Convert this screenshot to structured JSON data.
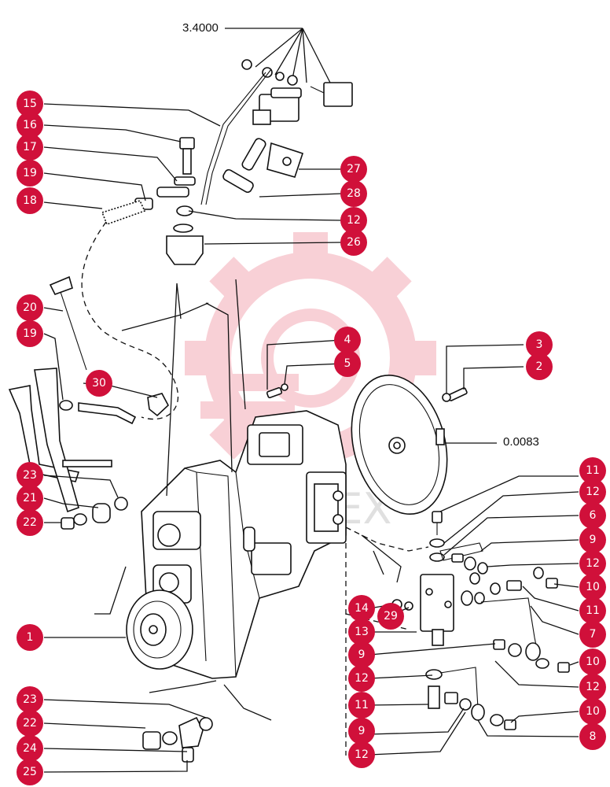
{
  "diagram": {
    "reference_codes": [
      "3.4000",
      "0.0083"
    ],
    "watermark_text": "ИРИ-ТЕХ",
    "badge_color": "#d0103a",
    "callouts": [
      {
        "id": "c15",
        "text": "15"
      },
      {
        "id": "c16",
        "text": "16"
      },
      {
        "id": "c17",
        "text": "17"
      },
      {
        "id": "c19a",
        "text": "19"
      },
      {
        "id": "c18",
        "text": "18"
      },
      {
        "id": "c27",
        "text": "27"
      },
      {
        "id": "c28",
        "text": "28"
      },
      {
        "id": "c12a",
        "text": "12"
      },
      {
        "id": "c26",
        "text": "26"
      },
      {
        "id": "c20",
        "text": "20"
      },
      {
        "id": "c19b",
        "text": "19"
      },
      {
        "id": "c4",
        "text": "4"
      },
      {
        "id": "c5",
        "text": "5"
      },
      {
        "id": "c3",
        "text": "3"
      },
      {
        "id": "c2",
        "text": "2"
      },
      {
        "id": "c30",
        "text": "30"
      },
      {
        "id": "c11a",
        "text": "11"
      },
      {
        "id": "c12b",
        "text": "12"
      },
      {
        "id": "c6",
        "text": "6"
      },
      {
        "id": "c9a",
        "text": "9"
      },
      {
        "id": "c23a",
        "text": "23"
      },
      {
        "id": "c21",
        "text": "21"
      },
      {
        "id": "c12c",
        "text": "12"
      },
      {
        "id": "c22a",
        "text": "22"
      },
      {
        "id": "c10a",
        "text": "10"
      },
      {
        "id": "c14",
        "text": "14"
      },
      {
        "id": "c29",
        "text": "29"
      },
      {
        "id": "c11b",
        "text": "11"
      },
      {
        "id": "c13",
        "text": "13"
      },
      {
        "id": "c7",
        "text": "7"
      },
      {
        "id": "c1",
        "text": "1"
      },
      {
        "id": "c9b",
        "text": "9"
      },
      {
        "id": "c10b",
        "text": "10"
      },
      {
        "id": "c12d",
        "text": "12"
      },
      {
        "id": "c12e",
        "text": "12"
      },
      {
        "id": "c23b",
        "text": "23"
      },
      {
        "id": "c11c",
        "text": "11"
      },
      {
        "id": "c10c",
        "text": "10"
      },
      {
        "id": "c22b",
        "text": "22"
      },
      {
        "id": "c9c",
        "text": "9"
      },
      {
        "id": "c8",
        "text": "8"
      },
      {
        "id": "c24",
        "text": "24"
      },
      {
        "id": "c12f",
        "text": "12"
      },
      {
        "id": "c25",
        "text": "25"
      }
    ]
  }
}
